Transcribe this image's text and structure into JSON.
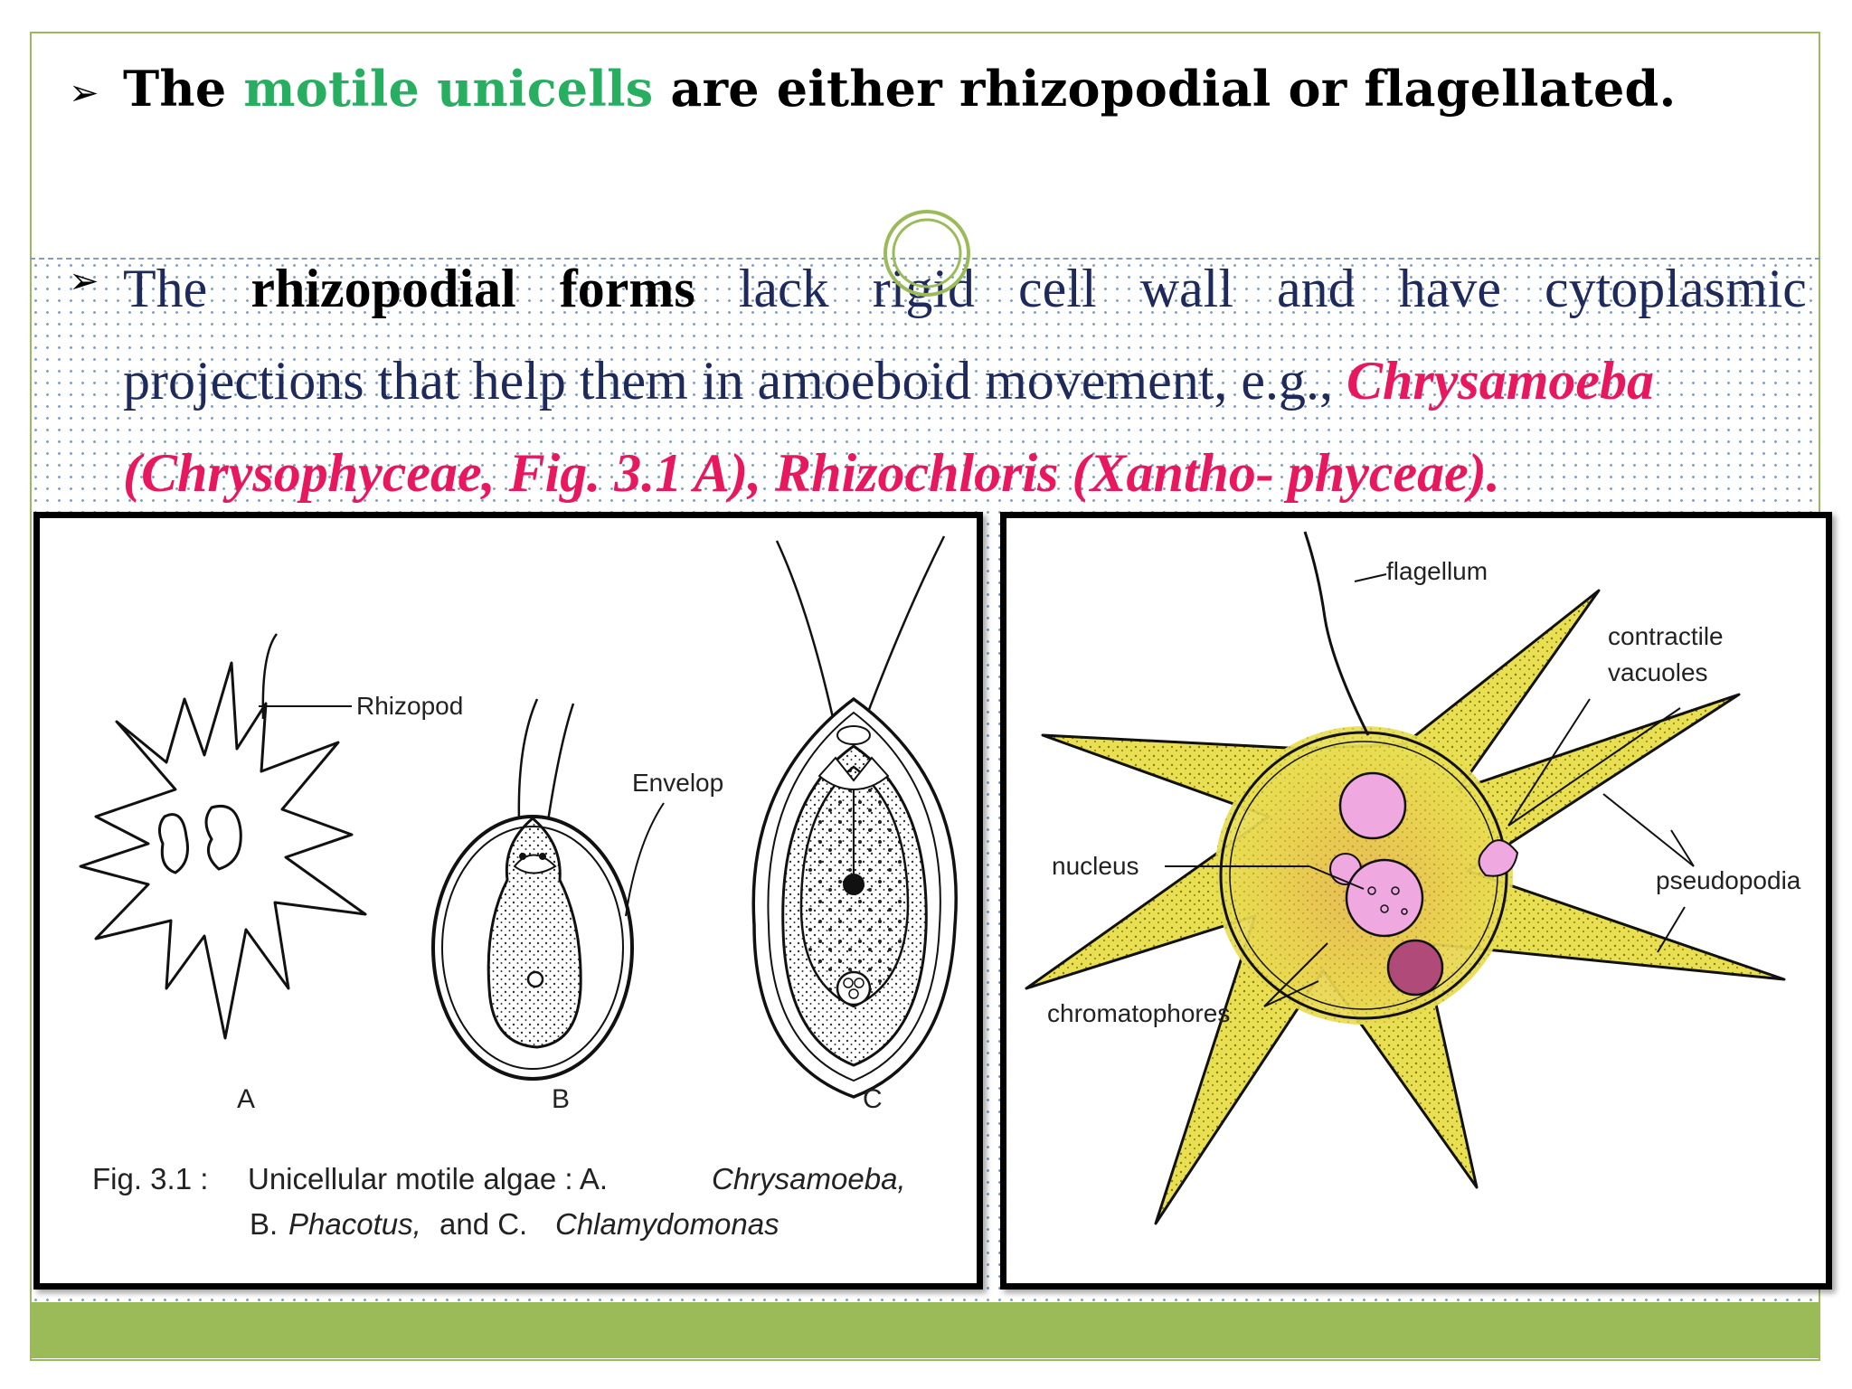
{
  "bullet1": {
    "part1": "The ",
    "highlight": "motile unicells",
    "part2": " are either rhizopodial or flagellated.",
    "highlight_color": "#27ae60"
  },
  "bullet2": {
    "w1": "The",
    "w2": "rhizopodial",
    "w3": "forms",
    "w4": "lack",
    "w5": "rigid",
    "w6": "cell",
    "w7": "wall",
    "w8": "and",
    "w9": "have",
    "w10": "cytoplasmic",
    "line2_text": "projections that help them in amoeboid movement, e.g., ",
    "line2_species": "Chrysamoeba",
    "line3_text": "(Chrysophyceae, Fig. 3.1 A), Rhizochloris (Xantho- phyceae).",
    "species_color": "#e8185f"
  },
  "figure_left": {
    "label_rhizopod": "Rhizopod",
    "label_envelop": "Envelop",
    "label_a": "A",
    "label_b": "B",
    "label_c": "C",
    "caption_fig": "Fig. 3.1 :",
    "caption_l1a": "Unicellular motile algae : A.",
    "caption_l1b": "Chrysamoeba,",
    "caption_l2a": "B.",
    "caption_l2b": "Phacotus,",
    "caption_l2c": "and C.",
    "caption_l2d": "Chlamydomonas"
  },
  "figure_right": {
    "label_flagellum": "flagellum",
    "label_contractile": "contractile",
    "label_vacuoles": "vacuoles",
    "label_nucleus": "nucleus",
    "label_pseudopodia": "pseudopodia",
    "label_chromatophores": "chromatophores",
    "cell_color": "#e8df52",
    "vacuole_color": "#f0a8e0"
  },
  "theme": {
    "accent_green": "#9bbb59",
    "text_navy": "#1f2a5c"
  }
}
